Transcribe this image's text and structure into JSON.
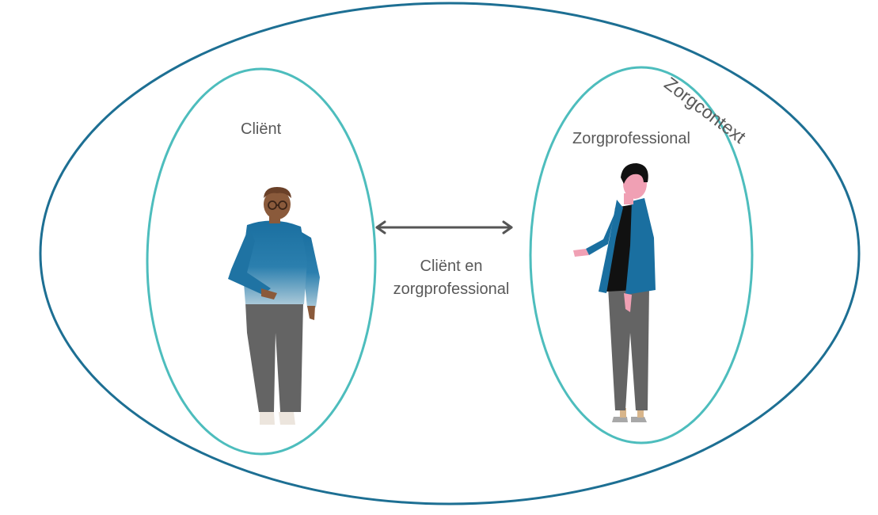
{
  "diagram": {
    "context_label": "Zorgcontext",
    "client_label": "Cliënt",
    "professional_label": "Zorgprofessional",
    "relation_label_line1": "Cliënt en",
    "relation_label_line2": "zorgprofessional"
  },
  "colors": {
    "outer_ellipse": "#1d6f93",
    "inner_ellipse": "#4dbdbd",
    "arrow": "#555555",
    "text": "#595959",
    "sweater_blue": "#1a6fa0",
    "pants_gray": "#646464"
  }
}
